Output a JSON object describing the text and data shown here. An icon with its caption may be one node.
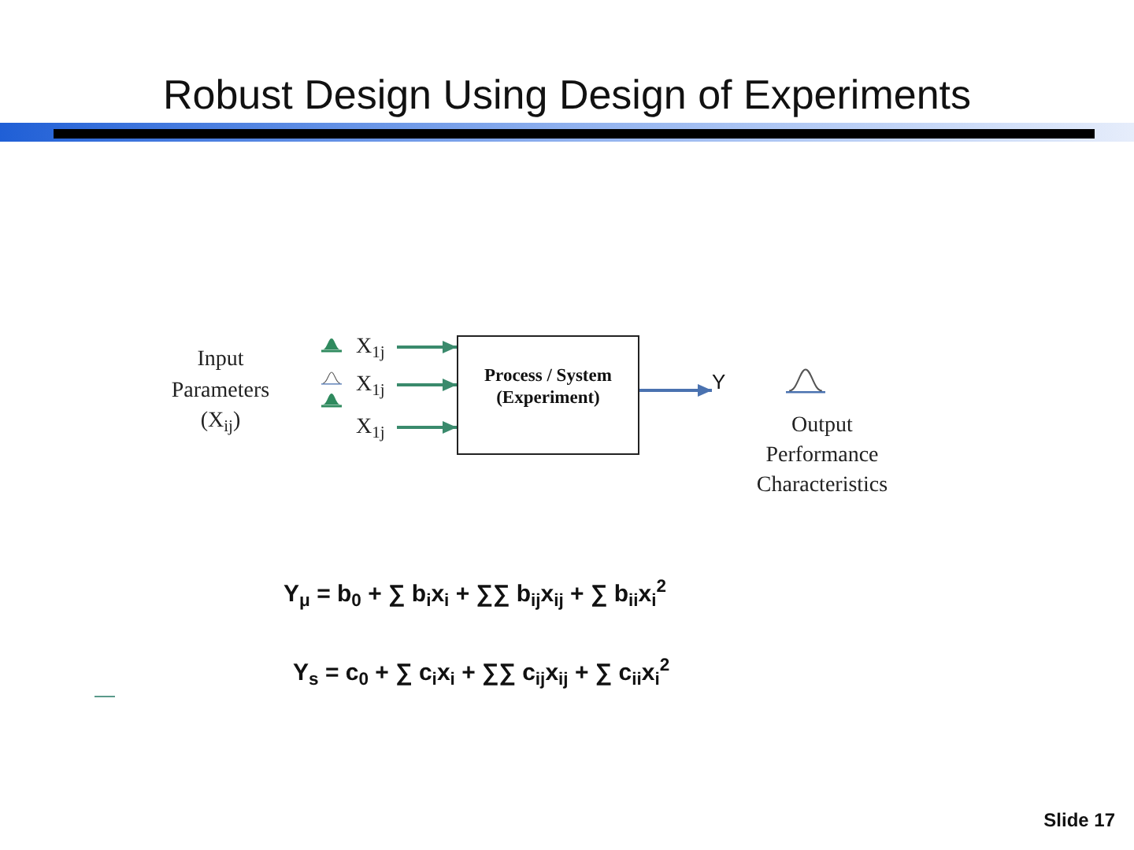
{
  "diagram": {
    "title": "Robust Design Using Design of Experiments",
    "nodes": [
      {
        "text": [
          "X$_{1j}$"
        ]
      },
      {
        "text": [
          "X$_{1j}$"
        ]
      },
      {
        "text": [
          "X$_{1j}$"
        ]
      },
      {
        "text": [
          "Process / System (Experiment)"
        ]
      },
      {
        "text": [
          "Y"
        ]
      }
    ],
    "edges": [
      {
        "from": 0,
        "to": 3,
        "arrow": "to"
      },
      {
        "from": 1,
        "to": 3,
        "arrow": "to"
      },
      {
        "from": 2,
        "to": 3,
        "arrow": "to"
      },
      {
        "from": 3,
        "to": 4,
        "arrow": "to",
        "color": "#4a72b0"
      }
    ],
    "labels": [
      "Input Parameters (X$_{ij}$)",
      "Output Performance Characteristics",
      "Y$_{μ}$ = b$_{0}$ + ∑ b$_{i}$x$_{i}$ + ∑∑ b$_{ij}$x$_{ij}$ + ∑ b$_{ii}$x$_{i}$$^{2}$",
      "Y$_{s}$ = c$_{0}$ + ∑ c$_{i}$x$_{i}$ + ∑∑ c$_{ij}$x$_{ij}$ + ∑ c$_{ii}$x$_{i}$$^{2}$",
      "Slide 17"
    ]
  }
}
